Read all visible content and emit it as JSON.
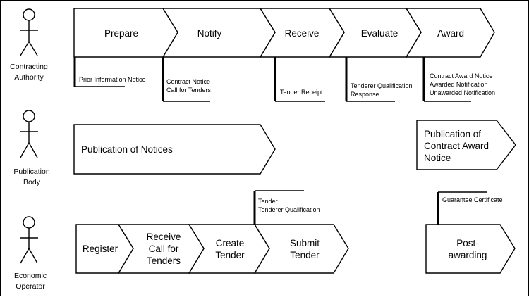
{
  "actors": [
    {
      "id": "contracting-authority",
      "name_lines": [
        "Contracting",
        "Authority"
      ]
    },
    {
      "id": "publication-body",
      "name_lines": [
        "Publication",
        "Body"
      ]
    },
    {
      "id": "economic-operator",
      "name_lines": [
        "Economic",
        "Operator"
      ]
    }
  ],
  "authority_steps": [
    "Prepare",
    "Notify",
    "Receive",
    "Evaluate",
    "Award"
  ],
  "authority_notes": [
    {
      "lines": [
        "Prior Information Notice"
      ]
    },
    {
      "lines": [
        "Contract Notice",
        "Call for Tenders"
      ]
    },
    {
      "lines": [
        "Tender Receipt"
      ]
    },
    {
      "lines": [
        "Tenderer Qualification",
        "Response"
      ]
    },
    {
      "lines": [
        "Contract Award Notice",
        "Awarded Notification",
        "Unawarded Notification"
      ]
    }
  ],
  "publication_steps": [
    {
      "lines": [
        "Publication of Notices"
      ]
    },
    {
      "lines": [
        "Publication of",
        "Contract Award",
        "Notice"
      ]
    }
  ],
  "operator_steps": [
    {
      "lines": [
        "Register"
      ]
    },
    {
      "lines": [
        "Receive",
        "Call for",
        "Tenders"
      ]
    },
    {
      "lines": [
        "Create",
        "Tender"
      ]
    },
    {
      "lines": [
        "Submit",
        "Tender"
      ]
    }
  ],
  "operator_post": {
    "lines": [
      "Post-",
      "awarding"
    ]
  },
  "operator_notes": [
    {
      "lines": [
        "Tender",
        "Tenderer Qualification"
      ]
    },
    {
      "lines": [
        "Guarantee Certificate"
      ]
    }
  ]
}
